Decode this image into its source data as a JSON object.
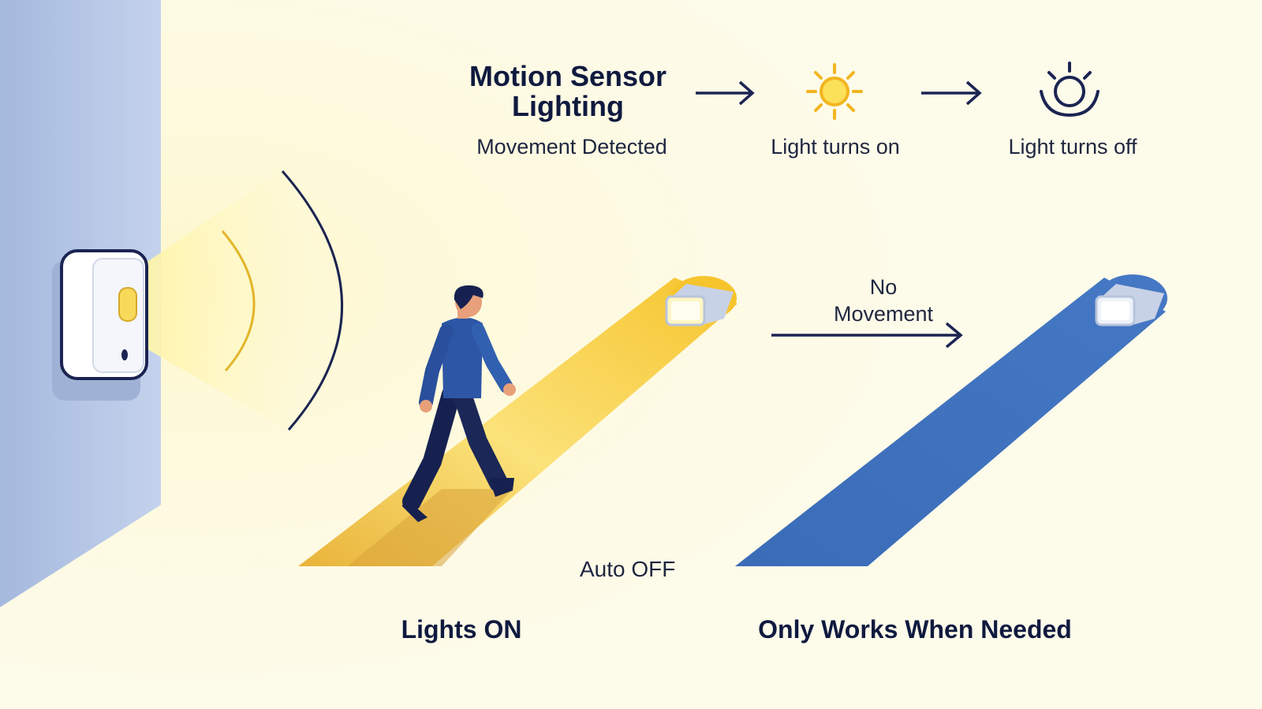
{
  "title_line1": "Motion Sensor",
  "title_line2": "Lighting",
  "steps": {
    "detected": "Movement Detected",
    "on": "Light turns on",
    "off": "Light turns off"
  },
  "no_movement_line1": "No",
  "no_movement_line2": "Movement",
  "auto_off": "Auto OFF",
  "bottom_left": "Lights ON",
  "bottom_right": "Only Works When Needed",
  "colors": {
    "background": "#fdfbea",
    "wall": "#a9bde0",
    "navy": "#1b2452",
    "warm_yellow": "#f5c531",
    "path_blue": "#3e6fb9"
  },
  "icons": {
    "sensor": "motion-sensor-icon",
    "light_on": "sun-icon",
    "light_off": "light-off-icon"
  }
}
